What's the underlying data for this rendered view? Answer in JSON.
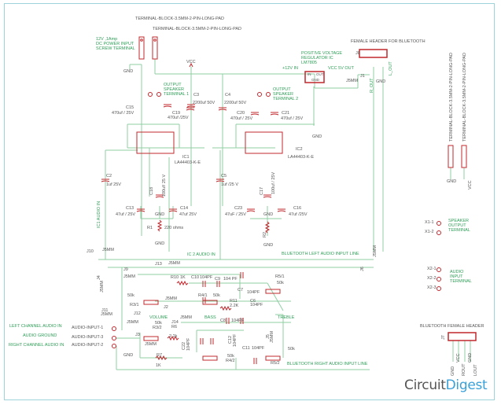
{
  "title": "Bluetooth Audio Amplifier Schematic",
  "colors": {
    "wire": "#8fcfa3",
    "part": "#c0282d",
    "label_green": "#2e9e57",
    "text": "#555555",
    "frame": "#9fd3dc",
    "logo_blue": "#3aa0d8"
  },
  "power": {
    "terminal_block_1": "TERMINAL-BLOCK-3.5MM-2-PIN-LONG-PAD",
    "terminal_block_2": "TERMINAL-BLOCK-3.5MM-2-PIN-LONG-PAD",
    "dc_input_label": "12V ,1Amp\nDC POWER INPUT\nSCREW TERMINAL",
    "gnd": "GND",
    "vcc": "VCC",
    "plus12": "+12V IN",
    "vcc5": "VCC 5V OUT",
    "regulator_label": "POSITIVE VOLTAGE\nREGULATOR IC\nLM7805",
    "reg_in": "IN",
    "reg_out": "OUT",
    "reg_gnd": "GND",
    "j1": "J1",
    "j1_part": "J5MM"
  },
  "bluetooth_header": {
    "title": "FEMALE HEADER FOR BLUETOOTH",
    "ref": "J8",
    "r_out": "R_OUT",
    "l_out": "L_OUT",
    "gnd": "GND"
  },
  "amp1": {
    "speaker_label": "OUTPUT\nSPEAKER\nTERMINAL 1",
    "c3": "C3",
    "c3_val": "2200uf 50V",
    "c15": "C15",
    "c15_val": "470uf / 25V",
    "c19": "C19",
    "c19_val": "470uf /25V",
    "ic": "IC1",
    "ic_part": "LA44403-K-E",
    "c2": "C2",
    "c2_val": "1uf 25V",
    "c18": "C18",
    "c18_val": "100uf/ 25 V",
    "c13": "C13",
    "c13_val": "47uf / 25V",
    "c14": "C14",
    "c14_val": "47uf 25V",
    "r1": "R1",
    "r1_val": "220 ohms",
    "audio_in": "IC1 AUDIO IN"
  },
  "amp2": {
    "speaker_label": "OUTPUT\nSPEAKER\nTERMINAL 2",
    "c4": "C4",
    "c4_val": "2200uf 50V",
    "c20": "C20",
    "c20_val": "470uf / 25V",
    "c21": "C21",
    "c21_val": "470uf / 25V",
    "ic": "IC2",
    "ic_part": "LA44403-K-E",
    "c5": "C5",
    "c5_val": "1uf /25 V",
    "c17": "C17",
    "c17_val": "100uf / 25V",
    "c23": "C23",
    "c23_val": "47uF / 25V",
    "c16": "C16",
    "c16_val": "47uf /25V",
    "r2": "R2",
    "audio_in": "IC 2 AUDIO IN"
  },
  "tone": {
    "bt_left": "BLUETOOTH LEFT AUDIO INPUT LINE",
    "bt_right": "BLUETOOTH RIGHT AUDIO INPUT LINE",
    "j10": "J10",
    "j4": "J4",
    "j9": "J9",
    "j13": "J13",
    "j2": "J2",
    "j11": "J11",
    "j12": "J12",
    "j14": "J14",
    "j3": "J3",
    "j5": "J5",
    "j6": "J6",
    "j7": "J7",
    "j5mm": "J5MM",
    "r10": "R10",
    "r10_val": "1K",
    "c10": "C10",
    "c10_val": "104PF",
    "c9": "C9",
    "c9_val": "104 PF",
    "c7": "C7",
    "c7_val": "104PF",
    "r5_1": "R5/1",
    "r5_val": "50k",
    "r3_1": "R3/1",
    "r3_val": "50k",
    "r4_1": "R4/1",
    "r4_val": "50k",
    "r11": "R11",
    "r11_val": "2.2K",
    "c6": "C6",
    "c6_val": "104PF",
    "volume": "VOLUME",
    "bass": "BASS",
    "treble": "TREBLE",
    "c8": "C8",
    "c8_val": "104PF",
    "r3_2": "R3/2",
    "r6": "R6",
    "r6_val": "2.2k",
    "r7": "R7",
    "r7_val": "1K",
    "c22": "C22",
    "c22_val": "104PF",
    "c12": "C12",
    "c12_val": "104PF",
    "c11": "C11",
    "c11_val": "104PF",
    "r4_2": "R4/2",
    "r5_2": "R5/2"
  },
  "inputs": {
    "left": "LEFT  CHANNEL  AUDIO IN",
    "ground": "AUDIO GROUND",
    "right": "RIGHT CHANNEL AUDIO IN",
    "pin1": "AUDIO-INPUT-1",
    "pin3": "AUDIO-INPUT-3",
    "pin2": "AUDIO-INPUT-2"
  },
  "terminals_right": {
    "tb1": "TERMINAL-BLOCK-3.5MM-2-PIN-LONG-PAD",
    "tb2": "TERMINAL-BLOCK-3.5MM-2-PIN-LONG-PAD",
    "gnd": "GND",
    "vcc": "VCC",
    "x1_1": "X1-1",
    "x1_2": "X1-2",
    "speaker_out": "SPEAKER\nOUTPUT\nTERMINAL",
    "x2_1": "X2-1",
    "x2_2": "X2-2",
    "x2_3": "X2-3",
    "audio_in": "AUDIO\nINPUT\nTERMINAL"
  },
  "bt_female_header": {
    "title": "BLUETOOTH FEMALE HEADER",
    "ref": "J7",
    "pins": [
      "GND",
      "VCC",
      "ROUT",
      "GND",
      "LOUT"
    ]
  },
  "logo": {
    "part1": "Circuit",
    "part2": "Digest"
  }
}
